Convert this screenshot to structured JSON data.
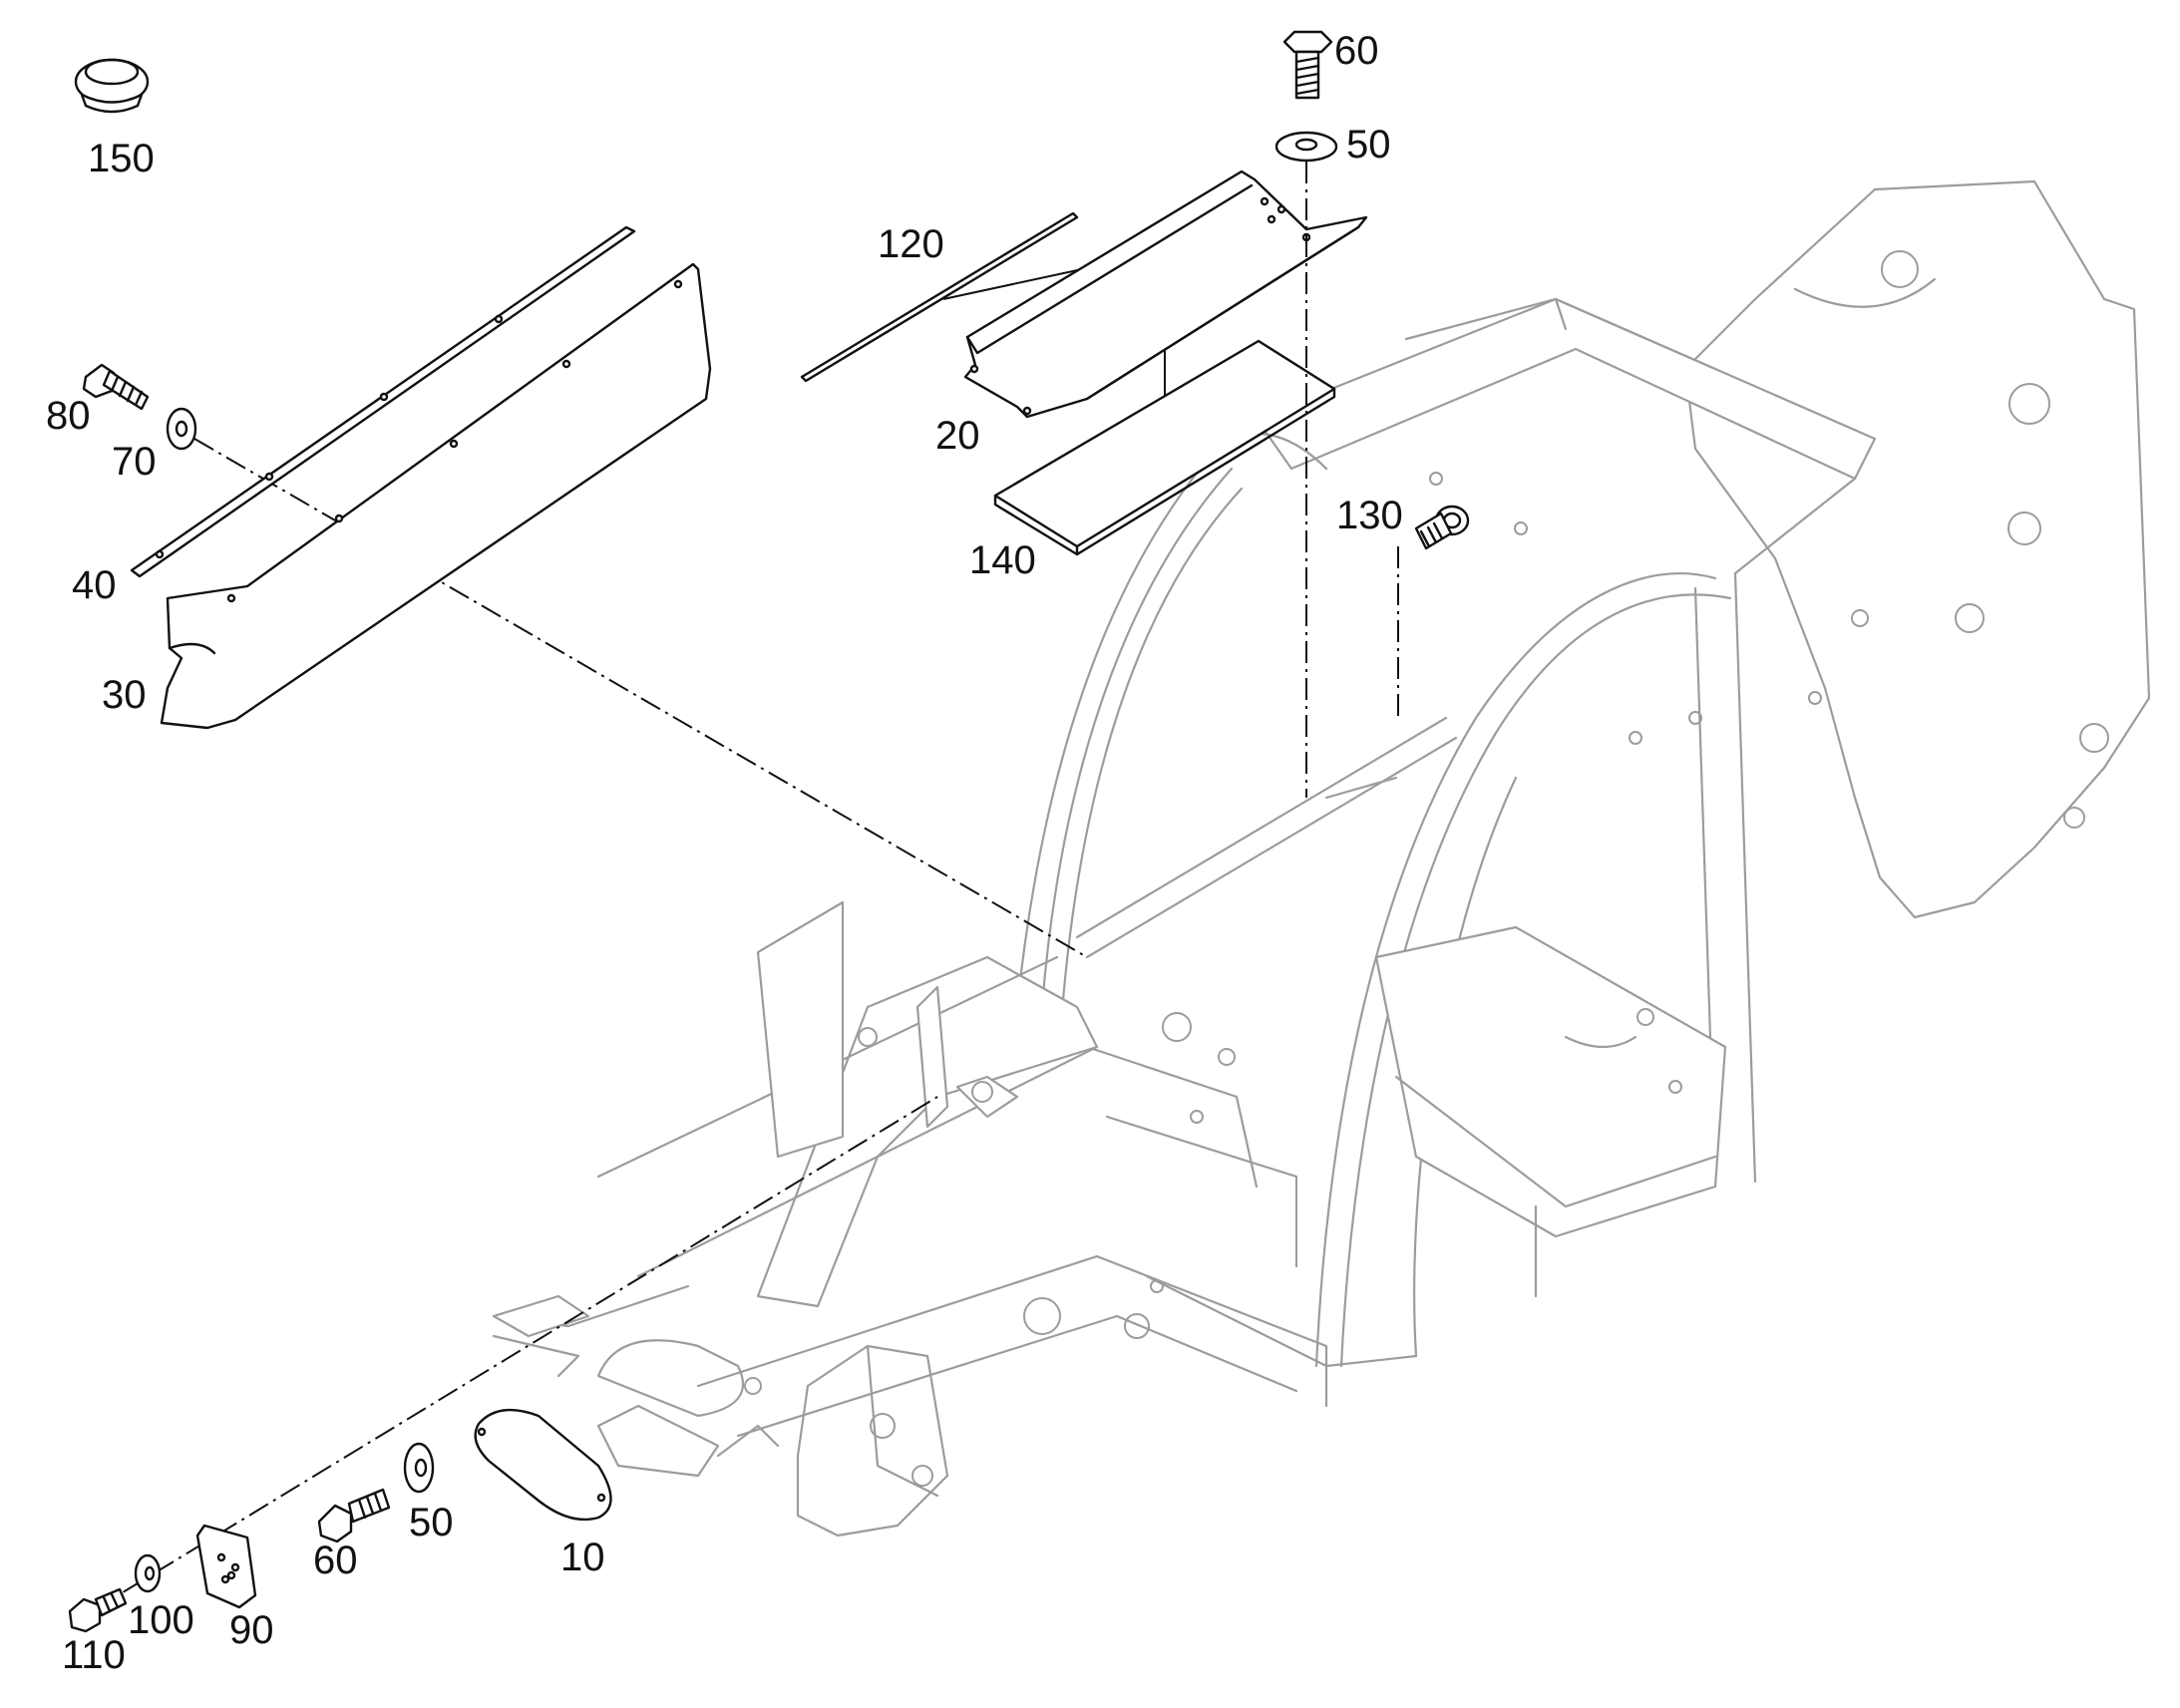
{
  "diagram": {
    "callouts": {
      "c150": "150",
      "c60_top": "60",
      "c50_top": "50",
      "c120": "120",
      "c20": "20",
      "c140": "140",
      "c130": "130",
      "c80": "80",
      "c70": "70",
      "c40": "40",
      "c30": "30",
      "c110": "110",
      "c100": "100",
      "c90": "90",
      "c60_bottom": "60",
      "c50_bottom": "50",
      "c10": "10"
    }
  }
}
